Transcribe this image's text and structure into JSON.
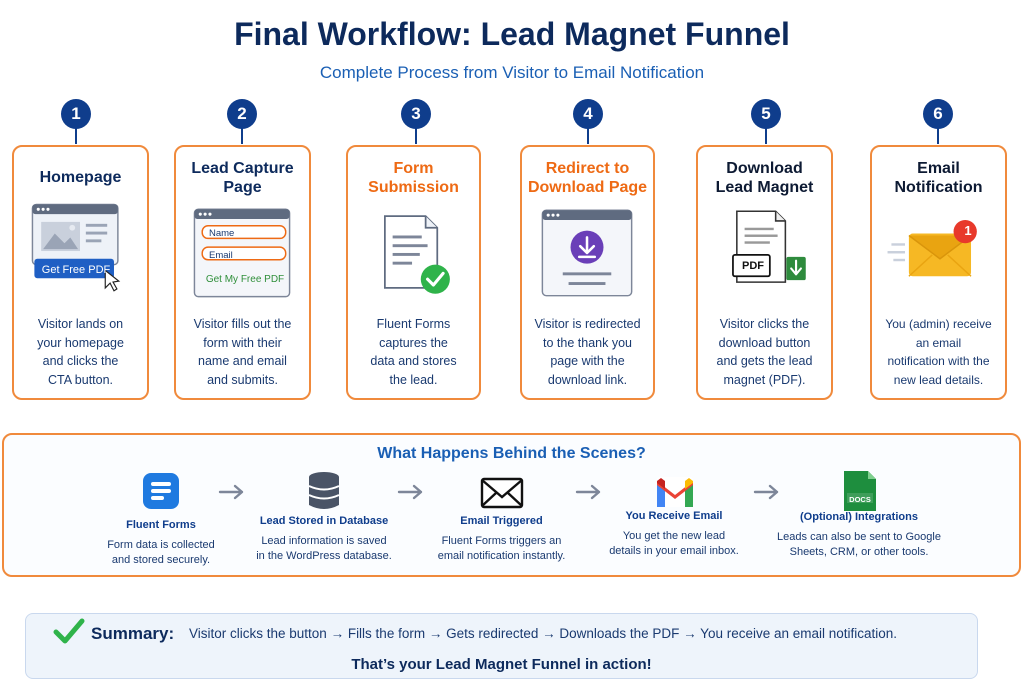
{
  "header": {
    "title": "Final Workflow: Lead Magnet Funnel",
    "subtitle": "Complete Process from Visitor to Email Notification"
  },
  "steps": [
    {
      "number": "1",
      "title_line1": "Homepage",
      "title_line2": "",
      "title_color": "blue",
      "cta_label": "Get Free PDF",
      "desc": [
        "Visitor lands on",
        "your homepage",
        "and clicks the",
        "CTA button."
      ]
    },
    {
      "number": "2",
      "title_line1": "Lead Capture",
      "title_line2": "Page",
      "title_color": "blue",
      "form_name": "Name",
      "form_email": "Email",
      "form_button": "Get My Free PDF",
      "desc": [
        "Visitor fills out the",
        "form with their",
        "name and email",
        "and submits."
      ]
    },
    {
      "number": "3",
      "title_line1": "Form",
      "title_line2": "Submission",
      "title_color": "orange",
      "desc": [
        "Fluent Forms",
        "captures the",
        "data and stores",
        "the lead."
      ]
    },
    {
      "number": "4",
      "title_line1": "Redirect to",
      "title_line2": "Download Page",
      "title_color": "orange",
      "desc": [
        "Visitor is redirected",
        "to the thank you",
        "page with the",
        "download link."
      ]
    },
    {
      "number": "5",
      "title_line1": "Download",
      "title_line2": "Lead Magnet",
      "title_color": "navy",
      "pdf_label": "PDF",
      "desc": [
        "Visitor clicks the",
        "download button",
        "and gets the lead",
        "magnet (PDF)."
      ]
    },
    {
      "number": "6",
      "title_line1": "Email",
      "title_line2": "Notification",
      "title_color": "navy",
      "badge_count": "1",
      "desc": [
        "You (admin) receive",
        "an email",
        "notification with the",
        "new lead details."
      ]
    }
  ],
  "behind": {
    "title": "What Happens Behind the Scenes?",
    "items": [
      {
        "name": "Fluent Forms",
        "desc": [
          "Form data is collected",
          "and stored securely."
        ],
        "icon": "fluent-forms-icon"
      },
      {
        "name": "Lead Stored in Database",
        "desc": [
          "Lead information is saved",
          "in the WordPress database."
        ],
        "icon": "database-icon"
      },
      {
        "name": "Email Triggered",
        "desc": [
          "Fluent Forms triggers an",
          "email notification instantly."
        ],
        "icon": "envelope-icon"
      },
      {
        "name": "You Receive Email",
        "desc": [
          "You get the new lead",
          "details in your email inbox."
        ],
        "icon": "gmail-icon"
      },
      {
        "name": "(Optional) Integrations",
        "desc": [
          "Leads can also be sent to Google",
          "Sheets, CRM, or other tools."
        ],
        "icon": "docs-icon",
        "docs_label": "DOCS"
      }
    ]
  },
  "summary": {
    "label": "Summary:",
    "text": "Visitor clicks the button → Fills the form → Gets redirected → Downloads the PDF → You receive an email notification.",
    "tagline": "That’s your Lead Magnet Funnel in action!"
  },
  "colors": {
    "navy": "#0d2a5c",
    "blue": "#1a5fb4",
    "orange": "#ee6a14",
    "card_border": "#f08a3c",
    "green": "#2fb34a"
  }
}
